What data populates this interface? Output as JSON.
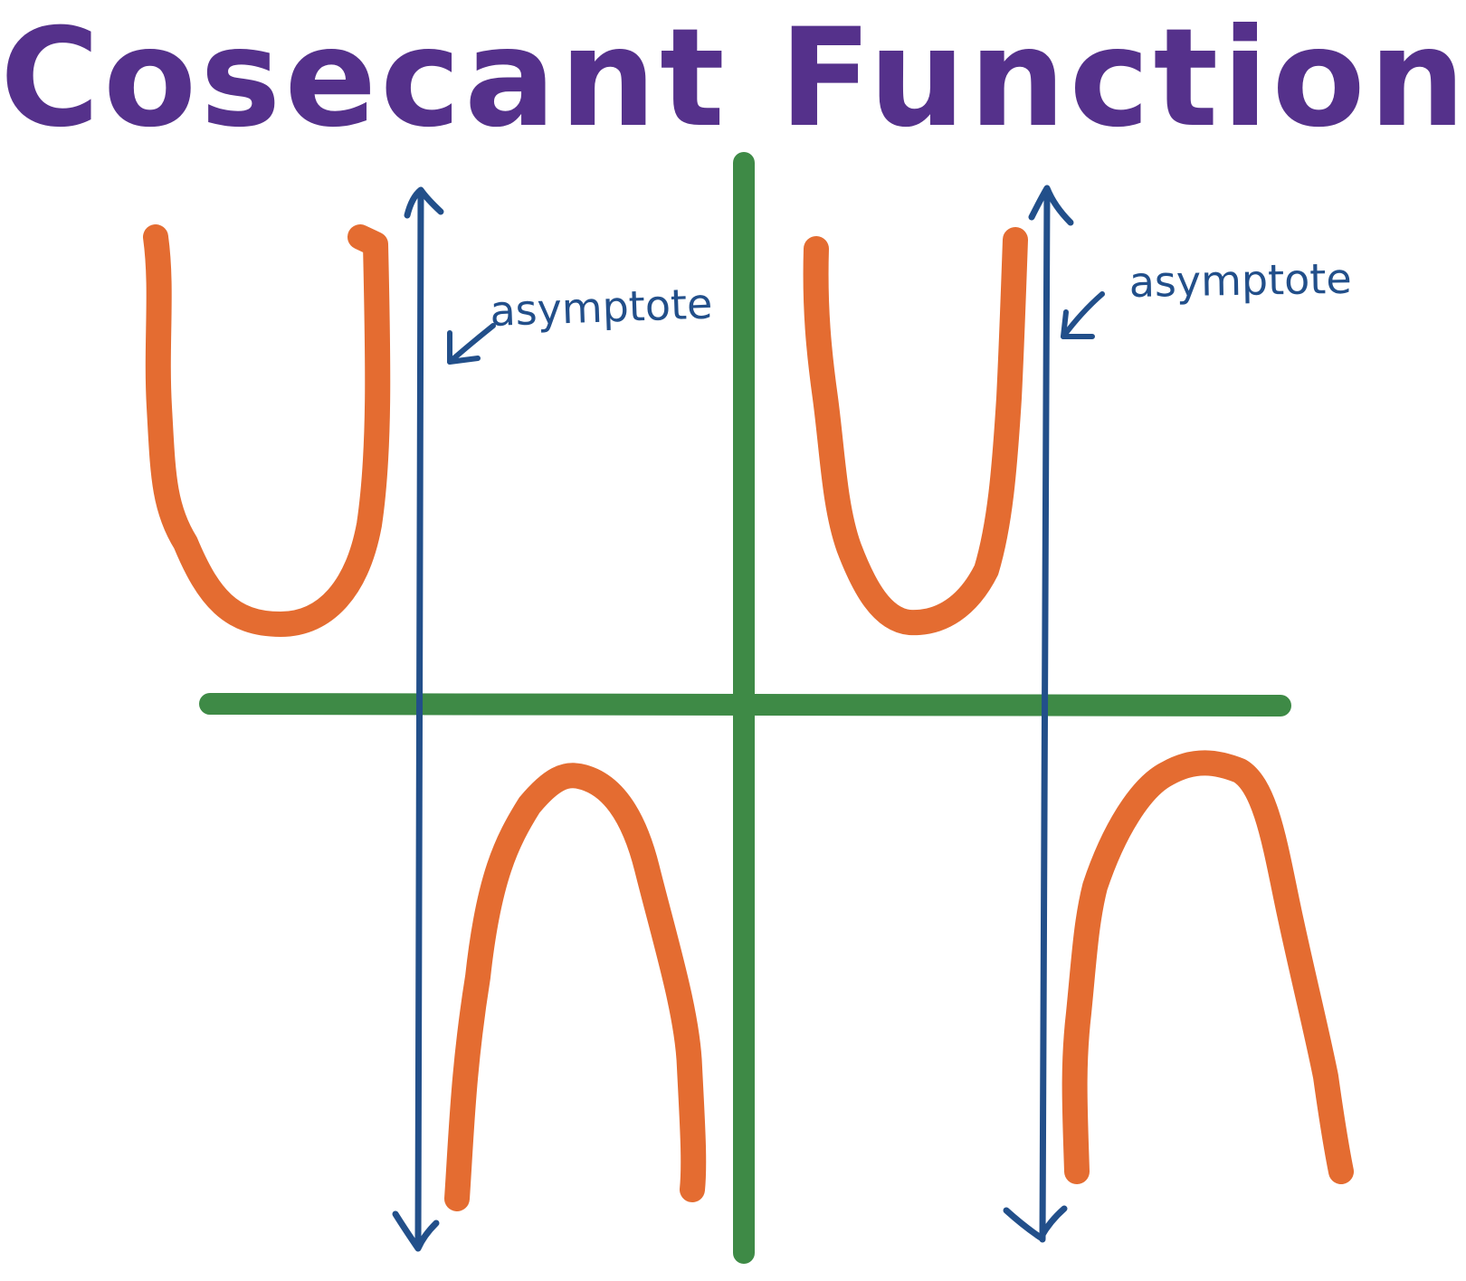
{
  "title": "Cosecant Function",
  "annotations": [
    "asymptote",
    "asymptote"
  ],
  "colors": {
    "title": "#55318b",
    "axes": "#3e8a46",
    "curve": "#e46c31",
    "asymptote": "#224f8a"
  }
}
